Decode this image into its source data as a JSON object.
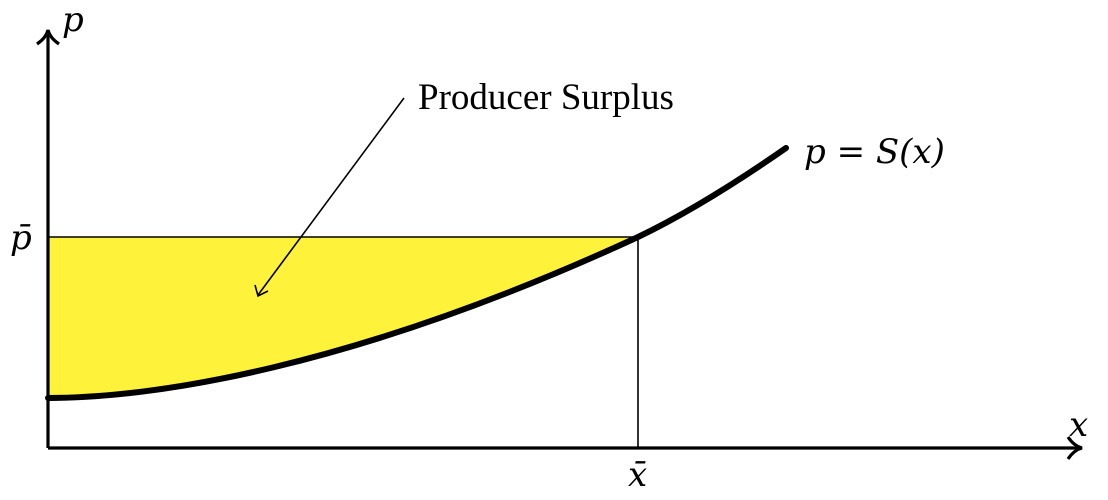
{
  "diagram": {
    "axes": {
      "y_label": "p",
      "x_label": "x"
    },
    "ticks": {
      "price": "p̄",
      "quantity": "x̄"
    },
    "curve_label": "p = S(x)",
    "region_label": "Producer Surplus",
    "colors": {
      "surplus_fill": "#fff23a",
      "curve": "#000000",
      "axes": "#000000",
      "background": "#ffffff"
    }
  }
}
